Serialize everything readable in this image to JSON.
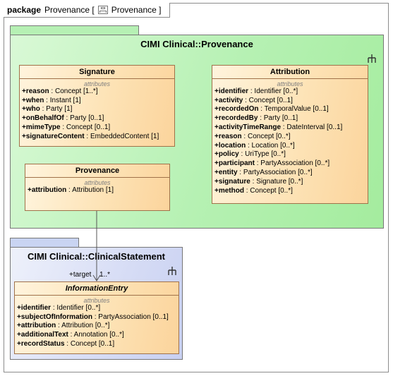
{
  "frame": {
    "keyword": "package",
    "name": "Provenance [",
    "diagram_name": "Provenance ]",
    "diagram_icon": "package-diagram-icon"
  },
  "packages": {
    "provenance": {
      "title": "CIMI Clinical::Provenance",
      "icon": "tree-structure-icon",
      "color": "#b6f1b3"
    },
    "clinical_statement": {
      "title": "CIMI Clinical::ClinicalStatement",
      "icon": "tree-structure-icon",
      "color": "#d6dcf5"
    }
  },
  "classes": {
    "signature": {
      "name": "Signature",
      "section": "attributes",
      "attributes": [
        {
          "name": "+reason",
          "type": " : Concept [1..*]"
        },
        {
          "name": "+when",
          "type": " : Instant [1]"
        },
        {
          "name": "+who",
          "type": " : Party [1]"
        },
        {
          "name": "+onBehalfOf",
          "type": " : Party [0..1]"
        },
        {
          "name": "+mimeType",
          "type": " : Concept [0..1]"
        },
        {
          "name": "+signatureContent",
          "type": " : EmbeddedContent [1]"
        }
      ]
    },
    "attribution": {
      "name": "Attribution",
      "section": "attributes",
      "attributes": [
        {
          "name": "+identifier",
          "type": " : Identifier [0..*]"
        },
        {
          "name": "+activity",
          "type": " : Concept [0..1]"
        },
        {
          "name": "+recordedOn",
          "type": " : TemporalValue [0..1]"
        },
        {
          "name": "+recordedBy",
          "type": " : Party [0..1]"
        },
        {
          "name": "+activityTimeRange",
          "type": " : DateInterval [0..1]"
        },
        {
          "name": "+reason",
          "type": " : Concept [0..*]"
        },
        {
          "name": "+location",
          "type": " : Location [0..*]"
        },
        {
          "name": "+policy",
          "type": " : UriType [0..*]"
        },
        {
          "name": "+participant",
          "type": " : PartyAssociation [0..*]"
        },
        {
          "name": "+entity",
          "type": " : PartyAssociation [0..*]"
        },
        {
          "name": "+signature",
          "type": " : Signature [0..*]"
        },
        {
          "name": "+method",
          "type": " : Concept [0..*]"
        }
      ]
    },
    "provenance": {
      "name": "Provenance",
      "section": "attributes",
      "attributes": [
        {
          "name": "+attribution",
          "type": " : Attribution [1]"
        }
      ]
    },
    "information_entry": {
      "name": "InformationEntry",
      "section": "attributes",
      "attributes": [
        {
          "name": "+identifier",
          "type": " : Identifier [0..*]"
        },
        {
          "name": "+subjectOfInformation",
          "type": " : PartyAssociation [0..1]"
        },
        {
          "name": "+attribution",
          "type": " : Attribution [0..*]"
        },
        {
          "name": "+additionalText",
          "type": " : Annotation [0..*]"
        },
        {
          "name": "+recordStatus",
          "type": " : Concept [0..1]"
        }
      ]
    }
  },
  "association": {
    "role": "+target",
    "multiplicity": "1..*"
  }
}
